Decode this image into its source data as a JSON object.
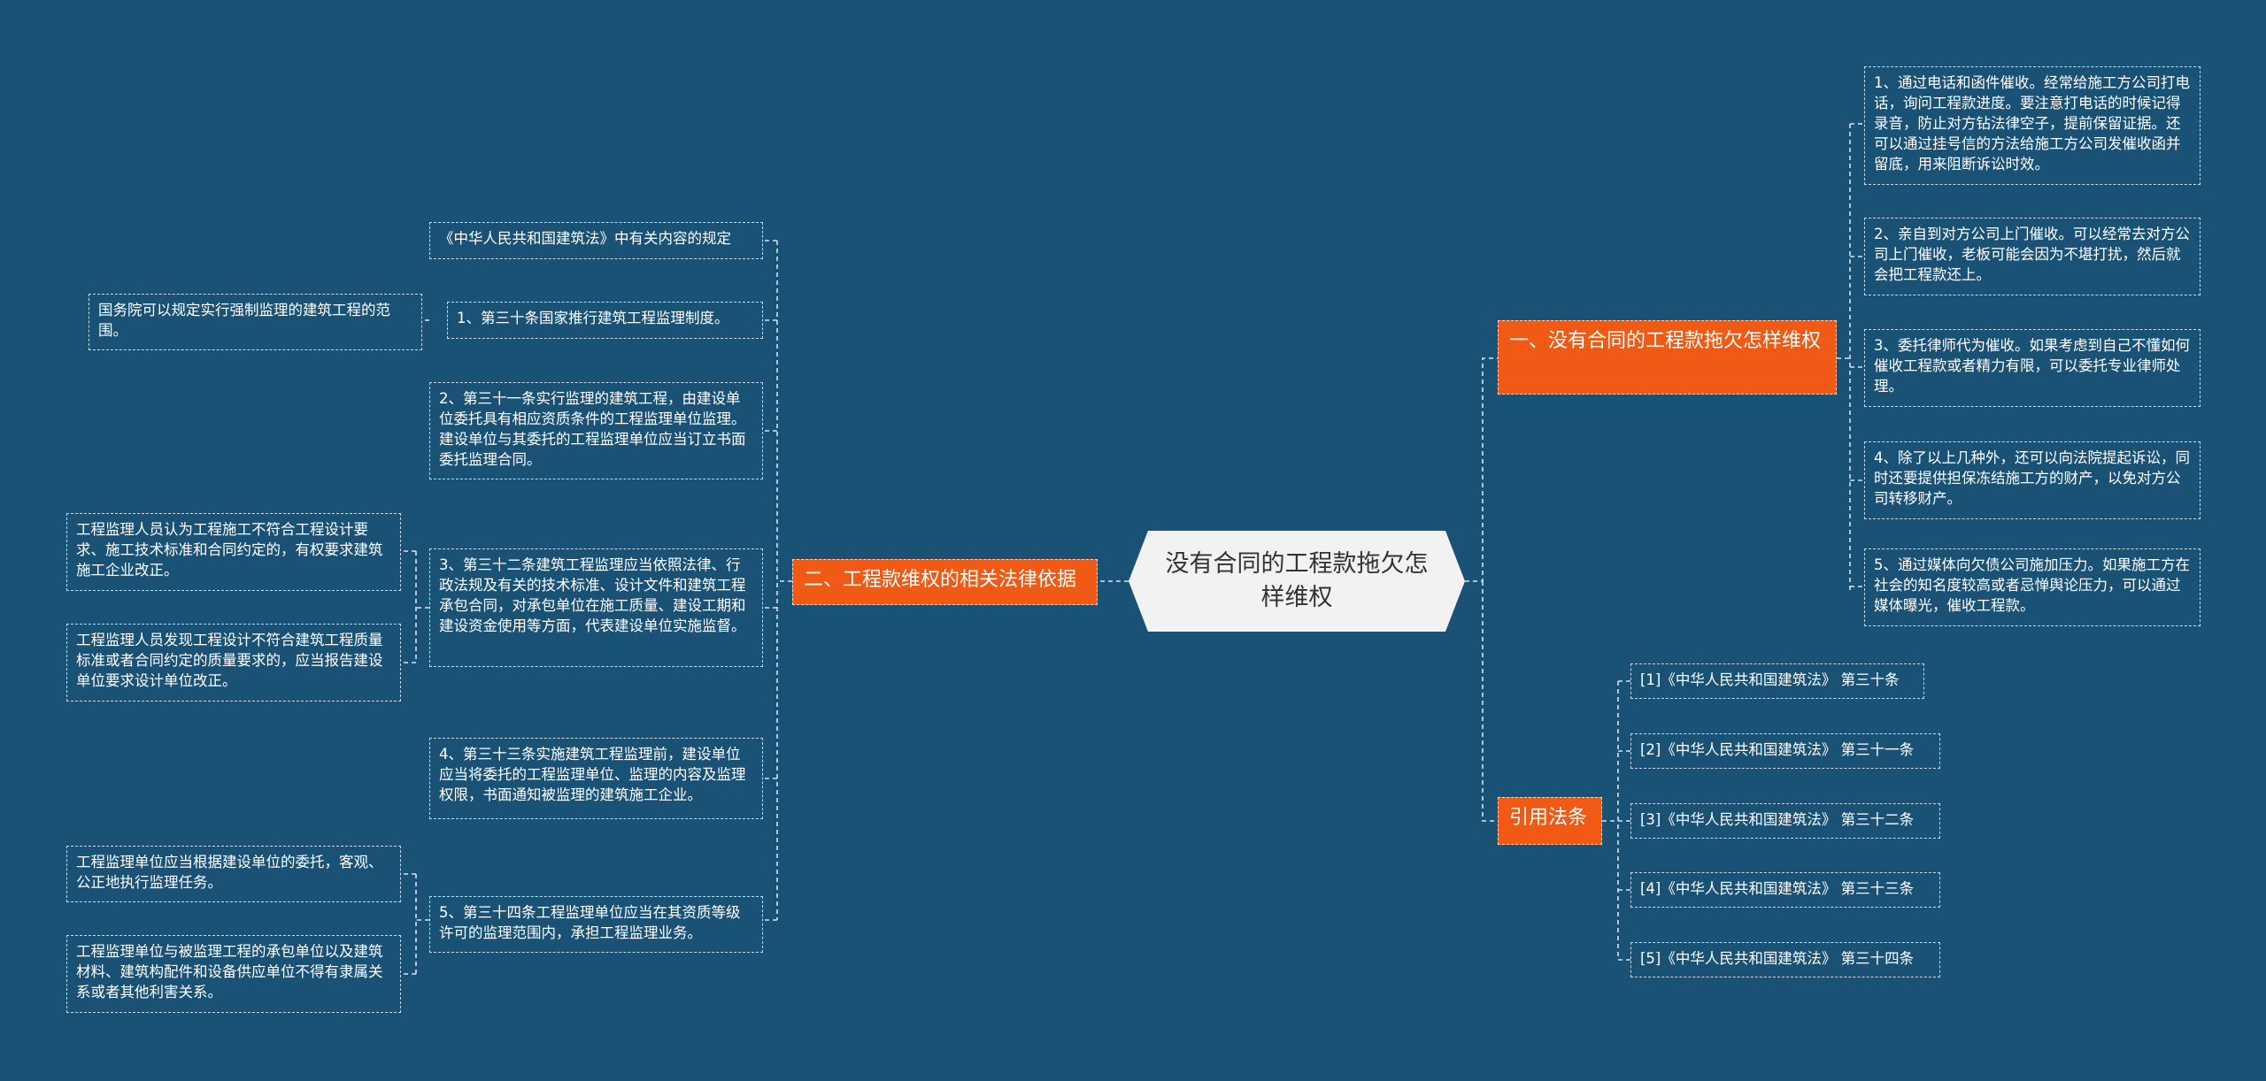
{
  "root": {
    "title": "没有合同的工程款拖欠怎样维权"
  },
  "right": {
    "branch1": {
      "label": "一、没有合同的工程款拖欠怎样维权",
      "items": [
        "1、通过电话和函件催收。经常给施工方公司打电话，询问工程款进度。要注意打电话的时候记得录音，防止对方钻法律空子，提前保留证据。还可以通过挂号信的方法给施工方公司发催收函并留底，用来阻断诉讼时效。",
        "2、亲自到对方公司上门催收。可以经常去对方公司上门催收，老板可能会因为不堪打扰，然后就会把工程款还上。",
        "3、委托律师代为催收。如果考虑到自己不懂如何催收工程款或者精力有限，可以委托专业律师处理。",
        "4、除了以上几种外，还可以向法院提起诉讼，同时还要提供担保冻结施工方的财产，以免对方公司转移财产。",
        "5、通过媒体向欠债公司施加压力。如果施工方在社会的知名度较高或者忌惮舆论压力，可以通过媒体曝光，催收工程款。"
      ]
    },
    "branch2": {
      "label": "引用法条",
      "items": [
        "[1]《中华人民共和国建筑法》 第三十条",
        "[2]《中华人民共和国建筑法》 第三十一条",
        "[3]《中华人民共和国建筑法》 第三十二条",
        "[4]《中华人民共和国建筑法》 第三十三条",
        "[5]《中华人民共和国建筑法》 第三十四条"
      ]
    }
  },
  "left": {
    "branch": {
      "label": "二、工程款维权的相关法律依据",
      "items": [
        "《中华人民共和国建筑法》中有关内容的规定",
        "1、第三十条国家推行建筑工程监理制度。",
        "2、第三十一条实行监理的建筑工程，由建设单位委托具有相应资质条件的工程监理单位监理。建设单位与其委托的工程监理单位应当订立书面委托监理合同。",
        "3、第三十二条建筑工程监理应当依照法律、行政法规及有关的技术标准、设计文件和建筑工程承包合同，对承包单位在施工质量、建设工期和建设资金使用等方面，代表建设单位实施监督。",
        "4、第三十三条实施建筑工程监理前，建设单位应当将委托的工程监理单位、监理的内容及监理权限，书面通知被监理的建筑施工企业。",
        "5、第三十四条工程监理单位应当在其资质等级许可的监理范围内，承担工程监理业务。"
      ],
      "sub": {
        "s1": "国务院可以规定实行强制监理的建筑工程的范围。",
        "s3a": "工程监理人员认为工程施工不符合工程设计要求、施工技术标准和合同约定的，有权要求建筑施工企业改正。",
        "s3b": "工程监理人员发现工程设计不符合建筑工程质量标准或者合同约定的质量要求的，应当报告建设单位要求设计单位改正。",
        "s5a": "工程监理单位应当根据建设单位的委托，客观、公正地执行监理任务。",
        "s5b": "工程监理单位与被监理工程的承包单位以及建筑材料、建筑构配件和设备供应单位不得有隶属关系或者其他利害关系。"
      }
    }
  },
  "colors": {
    "background": "#1a5276",
    "branch": "#f05a14",
    "root": "#f2f2f2",
    "line": "#d6e4ef"
  }
}
